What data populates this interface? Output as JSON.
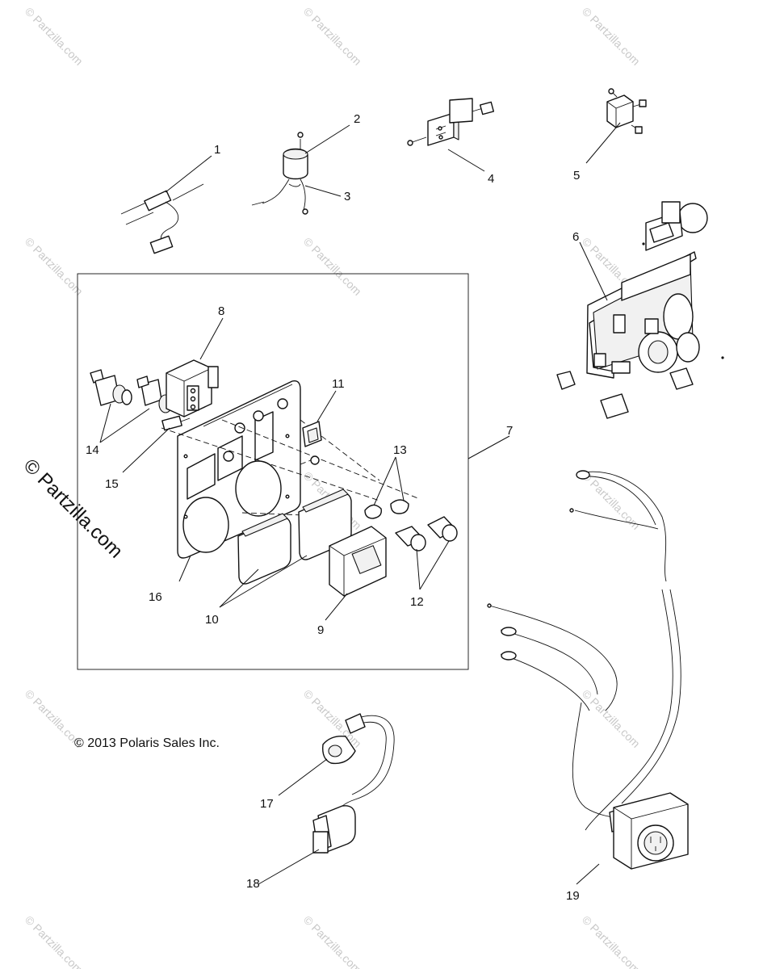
{
  "copyright": "© 2013 Polaris Sales Inc.",
  "watermark": {
    "small": "© Partzilla.com",
    "large": "© Partzilla.com"
  },
  "callouts": {
    "c1": "1",
    "c2": "2",
    "c3": "3",
    "c4": "4",
    "c5": "5",
    "c6": "6",
    "c7": "7",
    "c8": "8",
    "c9": "9",
    "c10": "10",
    "c11": "11",
    "c12": "12",
    "c13": "13",
    "c14": "14",
    "c15": "15",
    "c16": "16",
    "c17": "17",
    "c18": "18",
    "c19": "19"
  }
}
